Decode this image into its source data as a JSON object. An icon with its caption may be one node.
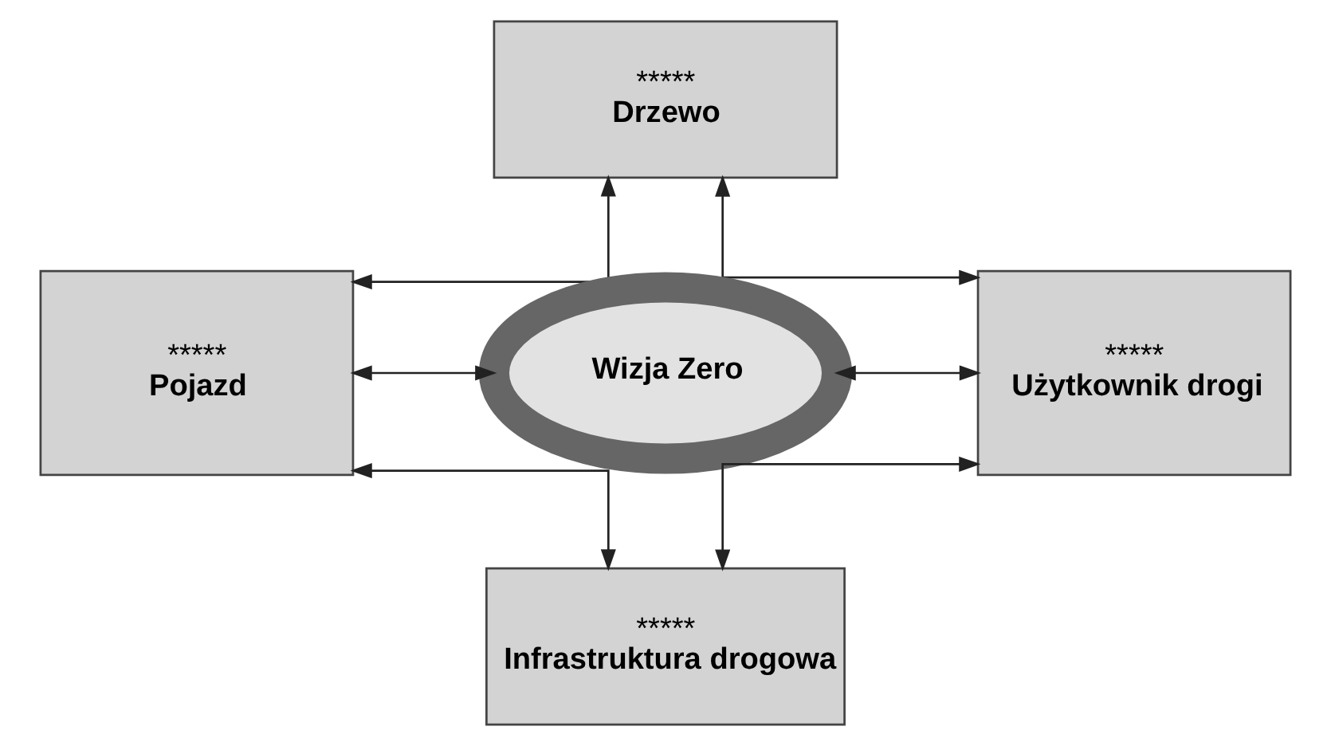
{
  "diagram": {
    "nodes": [
      {
        "text": [
          "*****",
          "Drzewo"
        ]
      },
      {
        "text": [
          "*****",
          "Pojazd"
        ]
      },
      {
        "text": [
          "Wizja Zero"
        ]
      },
      {
        "text": [
          "*****",
          "Użytkownik drogi"
        ]
      },
      {
        "text": [
          "*****",
          "Infrastruktura drogowa"
        ]
      }
    ],
    "edges": [
      {
        "from": 0,
        "to": 1,
        "arrow": "both"
      },
      {
        "from": 0,
        "to": 3,
        "arrow": "both"
      },
      {
        "from": 1,
        "to": 2,
        "arrow": "both"
      },
      {
        "from": 2,
        "to": 3,
        "arrow": "both"
      },
      {
        "from": 1,
        "to": 4,
        "arrow": "both"
      },
      {
        "from": 4,
        "to": 3,
        "arrow": "both"
      }
    ]
  }
}
